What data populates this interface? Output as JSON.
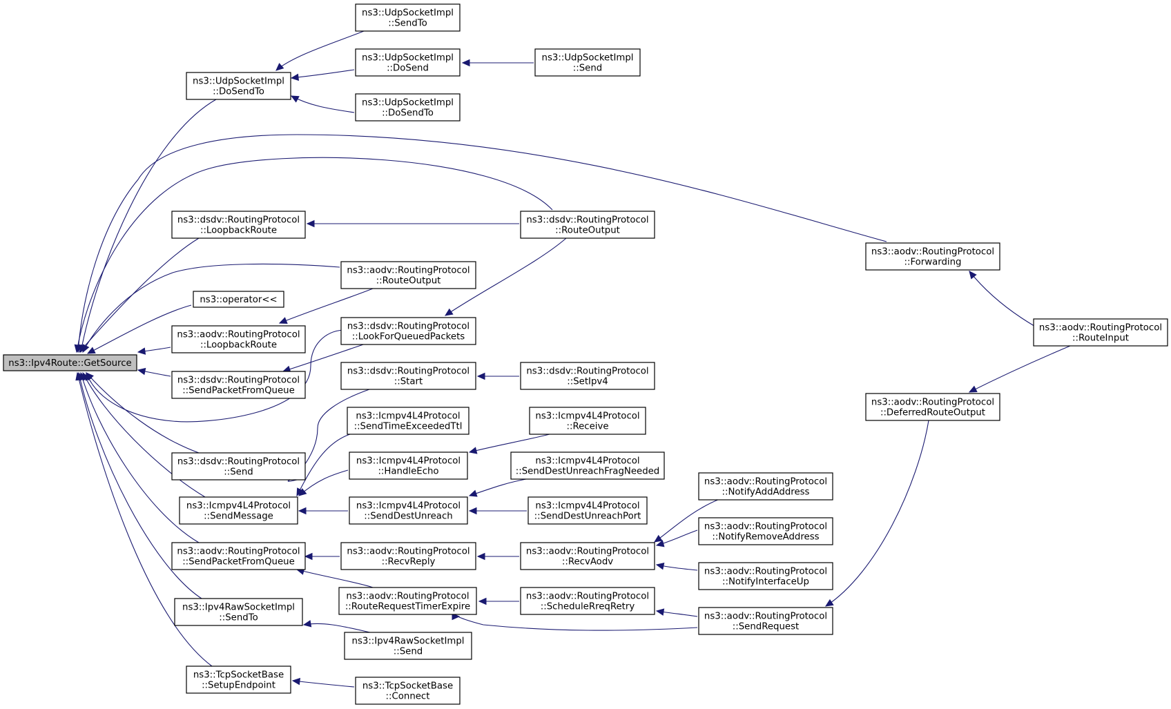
{
  "nodes": [
    {
      "id": "root",
      "lines": [
        "ns3::Ipv4Route::GetSource"
      ]
    },
    {
      "id": "udp_dosendto",
      "lines": [
        "ns3::UdpSocketImpl",
        "::DoSendTo"
      ]
    },
    {
      "id": "udp_sendto",
      "lines": [
        "ns3::UdpSocketImpl",
        "::SendTo"
      ]
    },
    {
      "id": "udp_dosend",
      "lines": [
        "ns3::UdpSocketImpl",
        "::DoSend"
      ]
    },
    {
      "id": "udp_send",
      "lines": [
        "ns3::UdpSocketImpl",
        "::Send"
      ]
    },
    {
      "id": "udp_dosendto2",
      "lines": [
        "ns3::UdpSocketImpl",
        "::DoSendTo"
      ]
    },
    {
      "id": "dsdv_loopback",
      "lines": [
        "ns3::dsdv::RoutingProtocol",
        "::LoopbackRoute"
      ]
    },
    {
      "id": "dsdv_routeoutput",
      "lines": [
        "ns3::dsdv::RoutingProtocol",
        "::RouteOutput"
      ]
    },
    {
      "id": "aodv_forwarding",
      "lines": [
        "ns3::aodv::RoutingProtocol",
        "::Forwarding"
      ]
    },
    {
      "id": "aodv_routeinput",
      "lines": [
        "ns3::aodv::RoutingProtocol",
        "::RouteInput"
      ]
    },
    {
      "id": "aodv_routeoutput",
      "lines": [
        "ns3::aodv::RoutingProtocol",
        "::RouteOutput"
      ]
    },
    {
      "id": "operator",
      "lines": [
        "ns3::operator<<"
      ]
    },
    {
      "id": "dsdv_lookfor",
      "lines": [
        "ns3::dsdv::RoutingProtocol",
        "::LookForQueuedPackets"
      ]
    },
    {
      "id": "aodv_loopback",
      "lines": [
        "ns3::aodv::RoutingProtocol",
        "::LoopbackRoute"
      ]
    },
    {
      "id": "dsdv_sendpkt",
      "lines": [
        "ns3::dsdv::RoutingProtocol",
        "::SendPacketFromQueue"
      ]
    },
    {
      "id": "dsdv_start",
      "lines": [
        "ns3::dsdv::RoutingProtocol",
        "::Start"
      ]
    },
    {
      "id": "dsdv_setipv4",
      "lines": [
        "ns3::dsdv::RoutingProtocol",
        "::SetIpv4"
      ]
    },
    {
      "id": "aodv_deferred",
      "lines": [
        "ns3::aodv::RoutingProtocol",
        "::DeferredRouteOutput"
      ]
    },
    {
      "id": "icmp_sendtime",
      "lines": [
        "ns3::Icmpv4L4Protocol",
        "::SendTimeExceededTtl"
      ]
    },
    {
      "id": "icmp_receive",
      "lines": [
        "ns3::Icmpv4L4Protocol",
        "::Receive"
      ]
    },
    {
      "id": "dsdv_send",
      "lines": [
        "ns3::dsdv::RoutingProtocol",
        "::Send"
      ]
    },
    {
      "id": "icmp_handleecho",
      "lines": [
        "ns3::Icmpv4L4Protocol",
        "::HandleEcho"
      ]
    },
    {
      "id": "icmp_fragneeded",
      "lines": [
        "ns3::Icmpv4L4Protocol",
        "::SendDestUnreachFragNeeded"
      ]
    },
    {
      "id": "aodv_notifyadd",
      "lines": [
        "ns3::aodv::RoutingProtocol",
        "::NotifyAddAddress"
      ]
    },
    {
      "id": "icmp_sendmessage",
      "lines": [
        "ns3::Icmpv4L4Protocol",
        "::SendMessage"
      ]
    },
    {
      "id": "icmp_destunreach",
      "lines": [
        "ns3::Icmpv4L4Protocol",
        "::SendDestUnreach"
      ]
    },
    {
      "id": "icmp_destport",
      "lines": [
        "ns3::Icmpv4L4Protocol",
        "::SendDestUnreachPort"
      ]
    },
    {
      "id": "aodv_notifyremove",
      "lines": [
        "ns3::aodv::RoutingProtocol",
        "::NotifyRemoveAddress"
      ]
    },
    {
      "id": "aodv_sendpkt",
      "lines": [
        "ns3::aodv::RoutingProtocol",
        "::SendPacketFromQueue"
      ]
    },
    {
      "id": "aodv_recvreply",
      "lines": [
        "ns3::aodv::RoutingProtocol",
        "::RecvReply"
      ]
    },
    {
      "id": "aodv_recvaodv",
      "lines": [
        "ns3::aodv::RoutingProtocol",
        "::RecvAodv"
      ]
    },
    {
      "id": "aodv_notifyif",
      "lines": [
        "ns3::aodv::RoutingProtocol",
        "::NotifyInterfaceUp"
      ]
    },
    {
      "id": "aodv_rrtimer",
      "lines": [
        "ns3::aodv::RoutingProtocol",
        "::RouteRequestTimerExpire"
      ]
    },
    {
      "id": "aodv_schedule",
      "lines": [
        "ns3::aodv::RoutingProtocol",
        "::ScheduleRreqRetry"
      ]
    },
    {
      "id": "aodv_sendrequest",
      "lines": [
        "ns3::aodv::RoutingProtocol",
        "::SendRequest"
      ]
    },
    {
      "id": "raw_sendto",
      "lines": [
        "ns3::Ipv4RawSocketImpl",
        "::SendTo"
      ]
    },
    {
      "id": "raw_send",
      "lines": [
        "ns3::Ipv4RawSocketImpl",
        "::Send"
      ]
    },
    {
      "id": "tcp_setup",
      "lines": [
        "ns3::TcpSocketBase",
        "::SetupEndpoint"
      ]
    },
    {
      "id": "tcp_connect",
      "lines": [
        "ns3::TcpSocketBase",
        "::Connect"
      ]
    }
  ],
  "edges": [
    {
      "from": "udp_dosendto",
      "to": "root"
    },
    {
      "from": "udp_sendto",
      "to": "udp_dosendto"
    },
    {
      "from": "udp_dosend",
      "to": "udp_dosendto"
    },
    {
      "from": "udp_send",
      "to": "udp_dosend"
    },
    {
      "from": "udp_dosendto2",
      "to": "udp_dosendto"
    },
    {
      "from": "aodv_forwarding",
      "to": "root"
    },
    {
      "from": "dsdv_routeoutput",
      "to": "root"
    },
    {
      "from": "dsdv_loopback",
      "to": "root"
    },
    {
      "from": "dsdv_routeoutput",
      "to": "dsdv_loopback"
    },
    {
      "from": "aodv_routeoutput",
      "to": "root"
    },
    {
      "from": "operator",
      "to": "root"
    },
    {
      "from": "aodv_loopback",
      "to": "root"
    },
    {
      "from": "aodv_routeoutput",
      "to": "aodv_loopback"
    },
    {
      "from": "dsdv_sendpkt",
      "to": "root"
    },
    {
      "from": "dsdv_lookfor",
      "to": "dsdv_sendpkt"
    },
    {
      "from": "dsdv_lookfor",
      "to": "root"
    },
    {
      "from": "dsdv_routeoutput",
      "to": "dsdv_lookfor"
    },
    {
      "from": "dsdv_send",
      "to": "root"
    },
    {
      "from": "dsdv_start",
      "to": "dsdv_send"
    },
    {
      "from": "dsdv_setipv4",
      "to": "dsdv_start"
    },
    {
      "from": "aodv_routeinput",
      "to": "aodv_forwarding"
    },
    {
      "from": "aodv_routeinput",
      "to": "aodv_deferred"
    },
    {
      "from": "aodv_deferred",
      "to": "aodv_sendrequest"
    },
    {
      "from": "icmp_sendmessage",
      "to": "root"
    },
    {
      "from": "icmp_sendtime",
      "to": "icmp_sendmessage"
    },
    {
      "from": "icmp_handleecho",
      "to": "icmp_sendmessage"
    },
    {
      "from": "icmp_destunreach",
      "to": "icmp_sendmessage"
    },
    {
      "from": "icmp_receive",
      "to": "icmp_handleecho"
    },
    {
      "from": "icmp_fragneeded",
      "to": "icmp_destunreach"
    },
    {
      "from": "icmp_destport",
      "to": "icmp_destunreach"
    },
    {
      "from": "aodv_sendpkt",
      "to": "root"
    },
    {
      "from": "aodv_recvreply",
      "to": "aodv_sendpkt"
    },
    {
      "from": "aodv_rrtimer",
      "to": "aodv_sendpkt"
    },
    {
      "from": "aodv_recvaodv",
      "to": "aodv_recvreply"
    },
    {
      "from": "aodv_notifyadd",
      "to": "aodv_recvaodv"
    },
    {
      "from": "aodv_notifyremove",
      "to": "aodv_recvaodv"
    },
    {
      "from": "aodv_notifyif",
      "to": "aodv_recvaodv"
    },
    {
      "from": "aodv_schedule",
      "to": "aodv_rrtimer"
    },
    {
      "from": "aodv_sendrequest",
      "to": "aodv_schedule"
    },
    {
      "from": "aodv_sendrequest",
      "to": "aodv_rrtimer"
    },
    {
      "from": "raw_sendto",
      "to": "root"
    },
    {
      "from": "raw_send",
      "to": "raw_sendto"
    },
    {
      "from": "tcp_setup",
      "to": "root"
    },
    {
      "from": "tcp_connect",
      "to": "tcp_setup"
    }
  ]
}
